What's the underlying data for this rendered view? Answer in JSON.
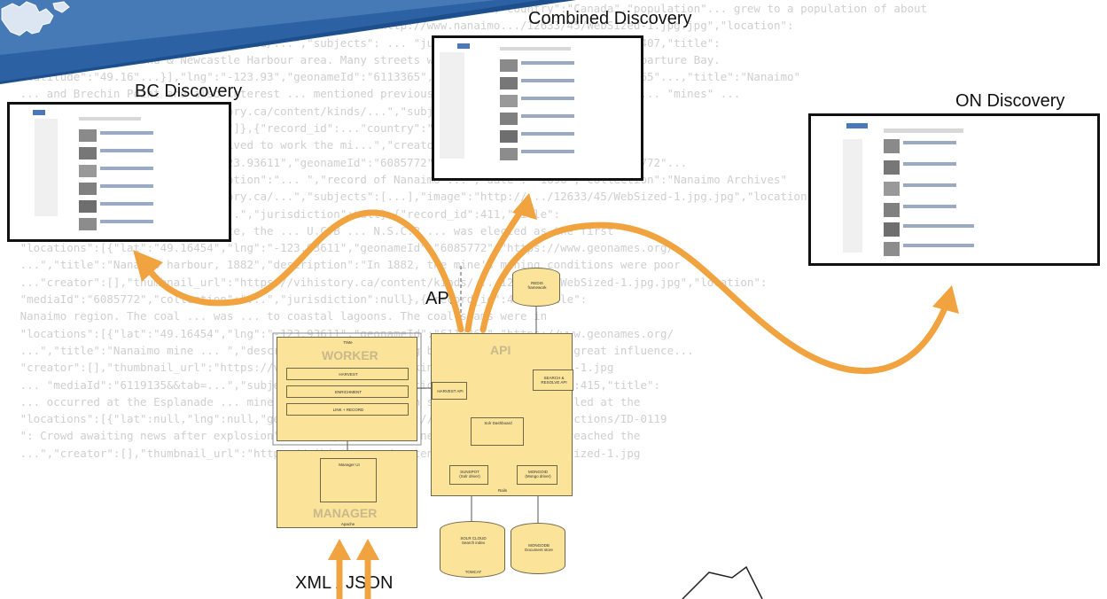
{
  "labels": {
    "combined": "Combined Discovery",
    "bc": "BC Discovery",
    "on": "ON Discovery",
    "api": "API",
    "xml_json": "XML / JSON"
  },
  "architecture": {
    "worker": {
      "title": "WORKER",
      "tag": "TIMe",
      "rows": [
        "HARVEST",
        "ENRICHMENT",
        "LINK + RECORD"
      ]
    },
    "manager": {
      "title": "MANAGER",
      "tag": "Apache",
      "inner": "Manager UI"
    },
    "api_box": {
      "title": "API",
      "solr_dashboard": "Solr Dashboard",
      "sunspot": "SUNSPOT\n(Solr driver)",
      "mongoid": "MONGOID\n(Mongo driver)",
      "footer": "Rails",
      "harvest_api": "HARVEST API",
      "search_resolve": "SEARCH &\nRESOLVE API"
    },
    "redis": "REDIS\nframework",
    "solr": "SOLR CLOUD\nSearch index",
    "tomcat": "TOMCAT",
    "mongodb": "MONGODB\nDocument store"
  },
  "colors": {
    "arrow": "#f0a33e",
    "box_fill": "#fbe39a",
    "banner": "#1d4f8c"
  },
  "background_code": [
    "   \"location\": [{\"lat\":\"49.16\"...},\"lng\":\"-123.93\"}],\"geonameId\":\"6085772\",\"country\":\"Canada\",\"population\"... grew to a population of about",
    "   Toronto, ON. 1867\" ... \"description\": \"... \",\"image\":\"http://www.nanaimo.../12633/45/WebSized-1.jpg.jpg\",\"location\":",
    "   \"thumbnail_url\":\"https://vihistory.ca/...\",\"subjects\": ... \"jurisdiction\":null},{\"record_id\":407,\"title\":",
    "   the Protection Island & Newcastle Harbour area. Many streets were named after officials of Departure Bay.",
    "   \"latitude\":\"49.16\"...}],\"lng\":\"-123.93\",\"geonameId\":\"6113365\",\"https://www.geonames.org/6113365\"...,\"title\":\"Nanaimo\"",
    "   ... and Brechin Point and also interest ... mentioned previously the Nanaimo Harbour was the ... \"mines\" ...",
    "   \"thumbnail_url\":\"https://vihistory.ca/content/kinds/...\",\"subjects\":...\"collection\":...\"jpg\"",
    "   \"Nanaimo\",\"&quot;name&quot;:...\"]},{\"record_id\":...\"country\":\"Canada\",\"Mine\":",
    "   British Columbia, and China arrived to work the mi...\",\"creator\":\"...\"",
    "   \"latitude\":\"49.16454\",\"lng\":\"-123.93611\",\"geonameId\":\"6085772\",\"https://www.geonames.org/6085772\"...",
    "   \"title\":\"Nanaimo, 1890\",\"description\":\"... \",\"record of Nanaimo ...\",\"date\": \"1890\",\"collection\":\"Nanaimo Archives\"",
    "   \"thumbnail_url\":\"https://vihistory.ca/...\",\"subjects\":[...],\"image\":\"http://.../12633/45/WebSized-1.jpg.jpg\",\"location\":",
    "   \"geonameId\":\"6113365\",\"date\":\"...\",\"jurisdiction\":null},{\"record_id\":411,\"title\":",
    "   was in January 1887 ... work date, the ... U.C.B ... N.S.C.R ... was elected as the first",
    "   \"locations\":[{\"lat\":\"49.16454\",\"lng\":\"-123.93611\",\"geonameId\":\"6085772\",\"https://www.geonames.org/",
    "   ...\",\"title\":\"Nanaimo harbour, 1882\",\"description\":\"In 1882, the mine's mining conditions were poor",
    "   ...\"creator\":[],\"thumbnail_url\":\"https://vihistory.ca/content/kinds/.../12633/45/WebSized-1.jpg.jpg\",\"location\":",
    "   \"mediaId\":\"6085772\",\"collection\":\"...\",\"jurisdiction\":null},{\"record_id\":413,\"title\":",
    "   Nanaimo region. The coal ... was ... to coastal lagoons. The coal seams were in",
    "   \"locations\":[{\"lat\":\"49.16454\",\"lng\":\"-123.93611\",\"geonameId\":\"6113365\",\"https://www.geonames.org/",
    "   ...\",\"title\":\"Nanaimo mine ... \",\"description\":\"While mining became ... ... gained great influence...",
    "   \"creator\":[],\"thumbnail_url\":\"https://vihistory.ca/content/kinds/12633/150/WebSized-1.jpg",
    "   ... \"mediaId\":\"6119135&&tab=...\",\"subjects\":[...],\"jurisdiction\":null},{\"record_id\":415,\"title\":",
    "   ... occurred at the Esplanade ... mine ... a new ventilation system had been installed at the",
    "   \"locations\":[{\"lat\":null,\"lng\":null,\"geonameId\":null,\"https://vc.geonames.org/collections/ID-0119",
    "   \": Crowd awaiting news after explosion\",\"description\":\"When news of the explosion reached the",
    "   ...\",\"creator\":[],\"thumbnail_url\":\"https://vihistory.ca/content/kinds/12633/45/WebSized-1.jpg"
  ]
}
